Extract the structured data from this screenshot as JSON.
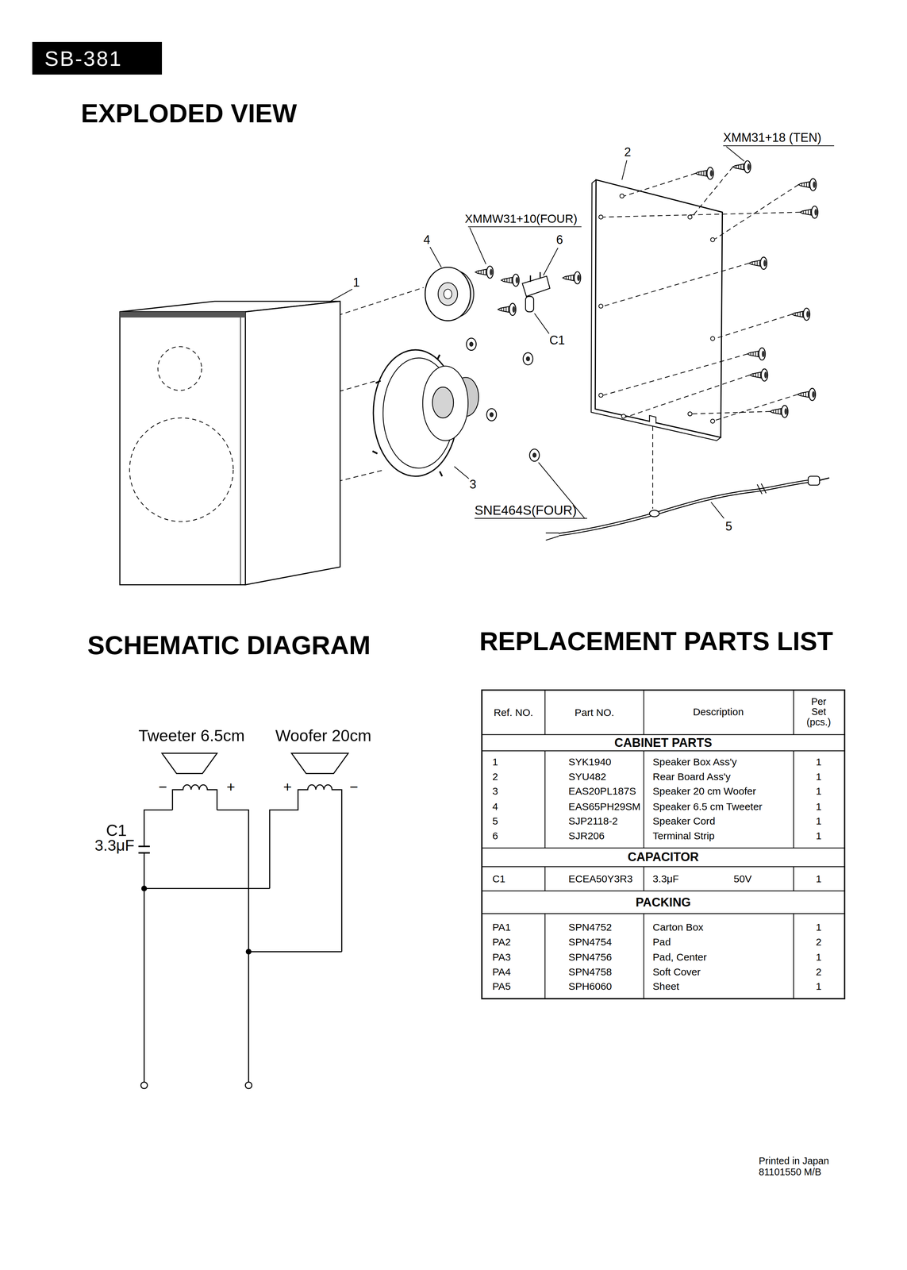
{
  "diagram": {
    "title": "EXPLODED VIEW",
    "nodes": [
      {
        "text": [
          "SB-381"
        ]
      }
    ],
    "labels": [
      "XMM31+18 (TEN)",
      "2",
      "XMMW31+10(FOUR)",
      "4",
      "6",
      "1",
      "C1",
      "3",
      "SNE464S(FOUR)",
      "5",
      "SCHEMATIC DIAGRAM",
      "REPLACEMENT PARTS LIST",
      "Tweeter 6.5cm",
      "Woofer 20cm",
      "−",
      "+",
      "+",
      "−",
      "C1",
      "3.3μF",
      "Ref. NO.",
      "Part NO.",
      "Description",
      "Per Set (pcs.)",
      "CABINET PARTS",
      "1",
      "SYK1940",
      "Speaker Box Ass'y",
      "1",
      "2",
      "SYU482",
      "Rear Board Ass'y",
      "1",
      "3",
      "EAS20PL187S",
      "Speaker 20 cm Woofer",
      "1",
      "4",
      "EAS65PH29SM",
      "Speaker 6.5 cm Tweeter",
      "1",
      "5",
      "SJP2118-2",
      "Speaker Cord",
      "1",
      "6",
      "SJR206",
      "Terminal Strip",
      "1",
      "CAPACITOR",
      "C1",
      "ECEA50Y3R3",
      "3.3μF",
      "50V",
      "1",
      "PACKING",
      "PA1",
      "SPN4752",
      "Carton Box",
      "1",
      "PA2",
      "SPN4754",
      "Pad",
      "2",
      "PA3",
      "SPN4756",
      "Pad, Center",
      "1",
      "PA4",
      "SPN4758",
      "Soft Cover",
      "2",
      "PA5",
      "SPH6060",
      "Sheet",
      "1",
      "Printed in Japan",
      "81101550 M/B"
    ]
  }
}
